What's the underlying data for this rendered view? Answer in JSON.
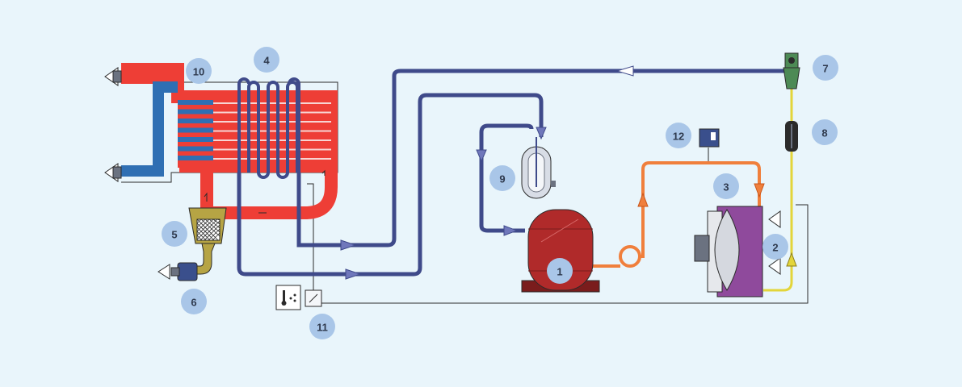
{
  "colors": {
    "background": "#e9f5fb",
    "hot_air": "#ee3e36",
    "cold_air": "#2f6fb3",
    "suction_line": "#3f4a8a",
    "suction_line_highlight": "#7e86c4",
    "discharge_line": "#f07f3c",
    "liquid_line": "#e3d53a",
    "compressor": "#b02a2a",
    "condenser": "#8f4a9c",
    "drain": "#9a8a3a",
    "badge": "#a9c6e8",
    "badge_text": "#2f3a4e",
    "outline": "#2b2b2b"
  },
  "badges": [
    {
      "id": "compressor",
      "label": "1"
    },
    {
      "id": "condenser-fan",
      "label": "2"
    },
    {
      "id": "condenser",
      "label": "3"
    },
    {
      "id": "heat-exchanger",
      "label": "4"
    },
    {
      "id": "separator",
      "label": "5"
    },
    {
      "id": "drain-valve",
      "label": "6"
    },
    {
      "id": "expansion-valve",
      "label": "7"
    },
    {
      "id": "filter-drier",
      "label": "8"
    },
    {
      "id": "liquid-separator",
      "label": "9"
    },
    {
      "id": "air-to-air-exchanger",
      "label": "10"
    },
    {
      "id": "dewpoint-controller",
      "label": "11"
    },
    {
      "id": "pressure-switch",
      "label": "12"
    }
  ],
  "icons": {
    "thermometer": "thermometer-droplets-icon",
    "air_inlet": "air-inlet-arrow-icon",
    "air_outlet": "air-outlet-arrow-icon",
    "fan_arrows": "airflow-arrow-icon"
  }
}
